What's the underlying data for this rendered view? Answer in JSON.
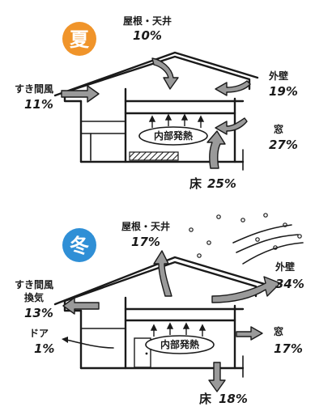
{
  "summer": {
    "season": "夏",
    "season_color": "#f0942a",
    "roof": {
      "label": "屋根・天井",
      "value": "10%"
    },
    "draft": {
      "label": "すき間風",
      "value": "11%"
    },
    "wall": {
      "label": "外壁",
      "value": "19%"
    },
    "window": {
      "label": "窓",
      "value": "27%"
    },
    "floor": {
      "label": "床",
      "value": "25%"
    },
    "internal_heat": "内部発熱"
  },
  "winter": {
    "season": "冬",
    "season_color": "#2f8fd6",
    "roof": {
      "label": "屋根・天井",
      "value": "17%"
    },
    "draft": {
      "label": "すき間風",
      "label2": "換気",
      "value": "13%"
    },
    "door": {
      "label": "ドア",
      "value": "1%"
    },
    "wall": {
      "label": "外壁",
      "value": "34%"
    },
    "window": {
      "label": "窓",
      "value": "17%"
    },
    "floor": {
      "label": "床",
      "value": "18%"
    },
    "internal_heat": "内部発熱"
  }
}
